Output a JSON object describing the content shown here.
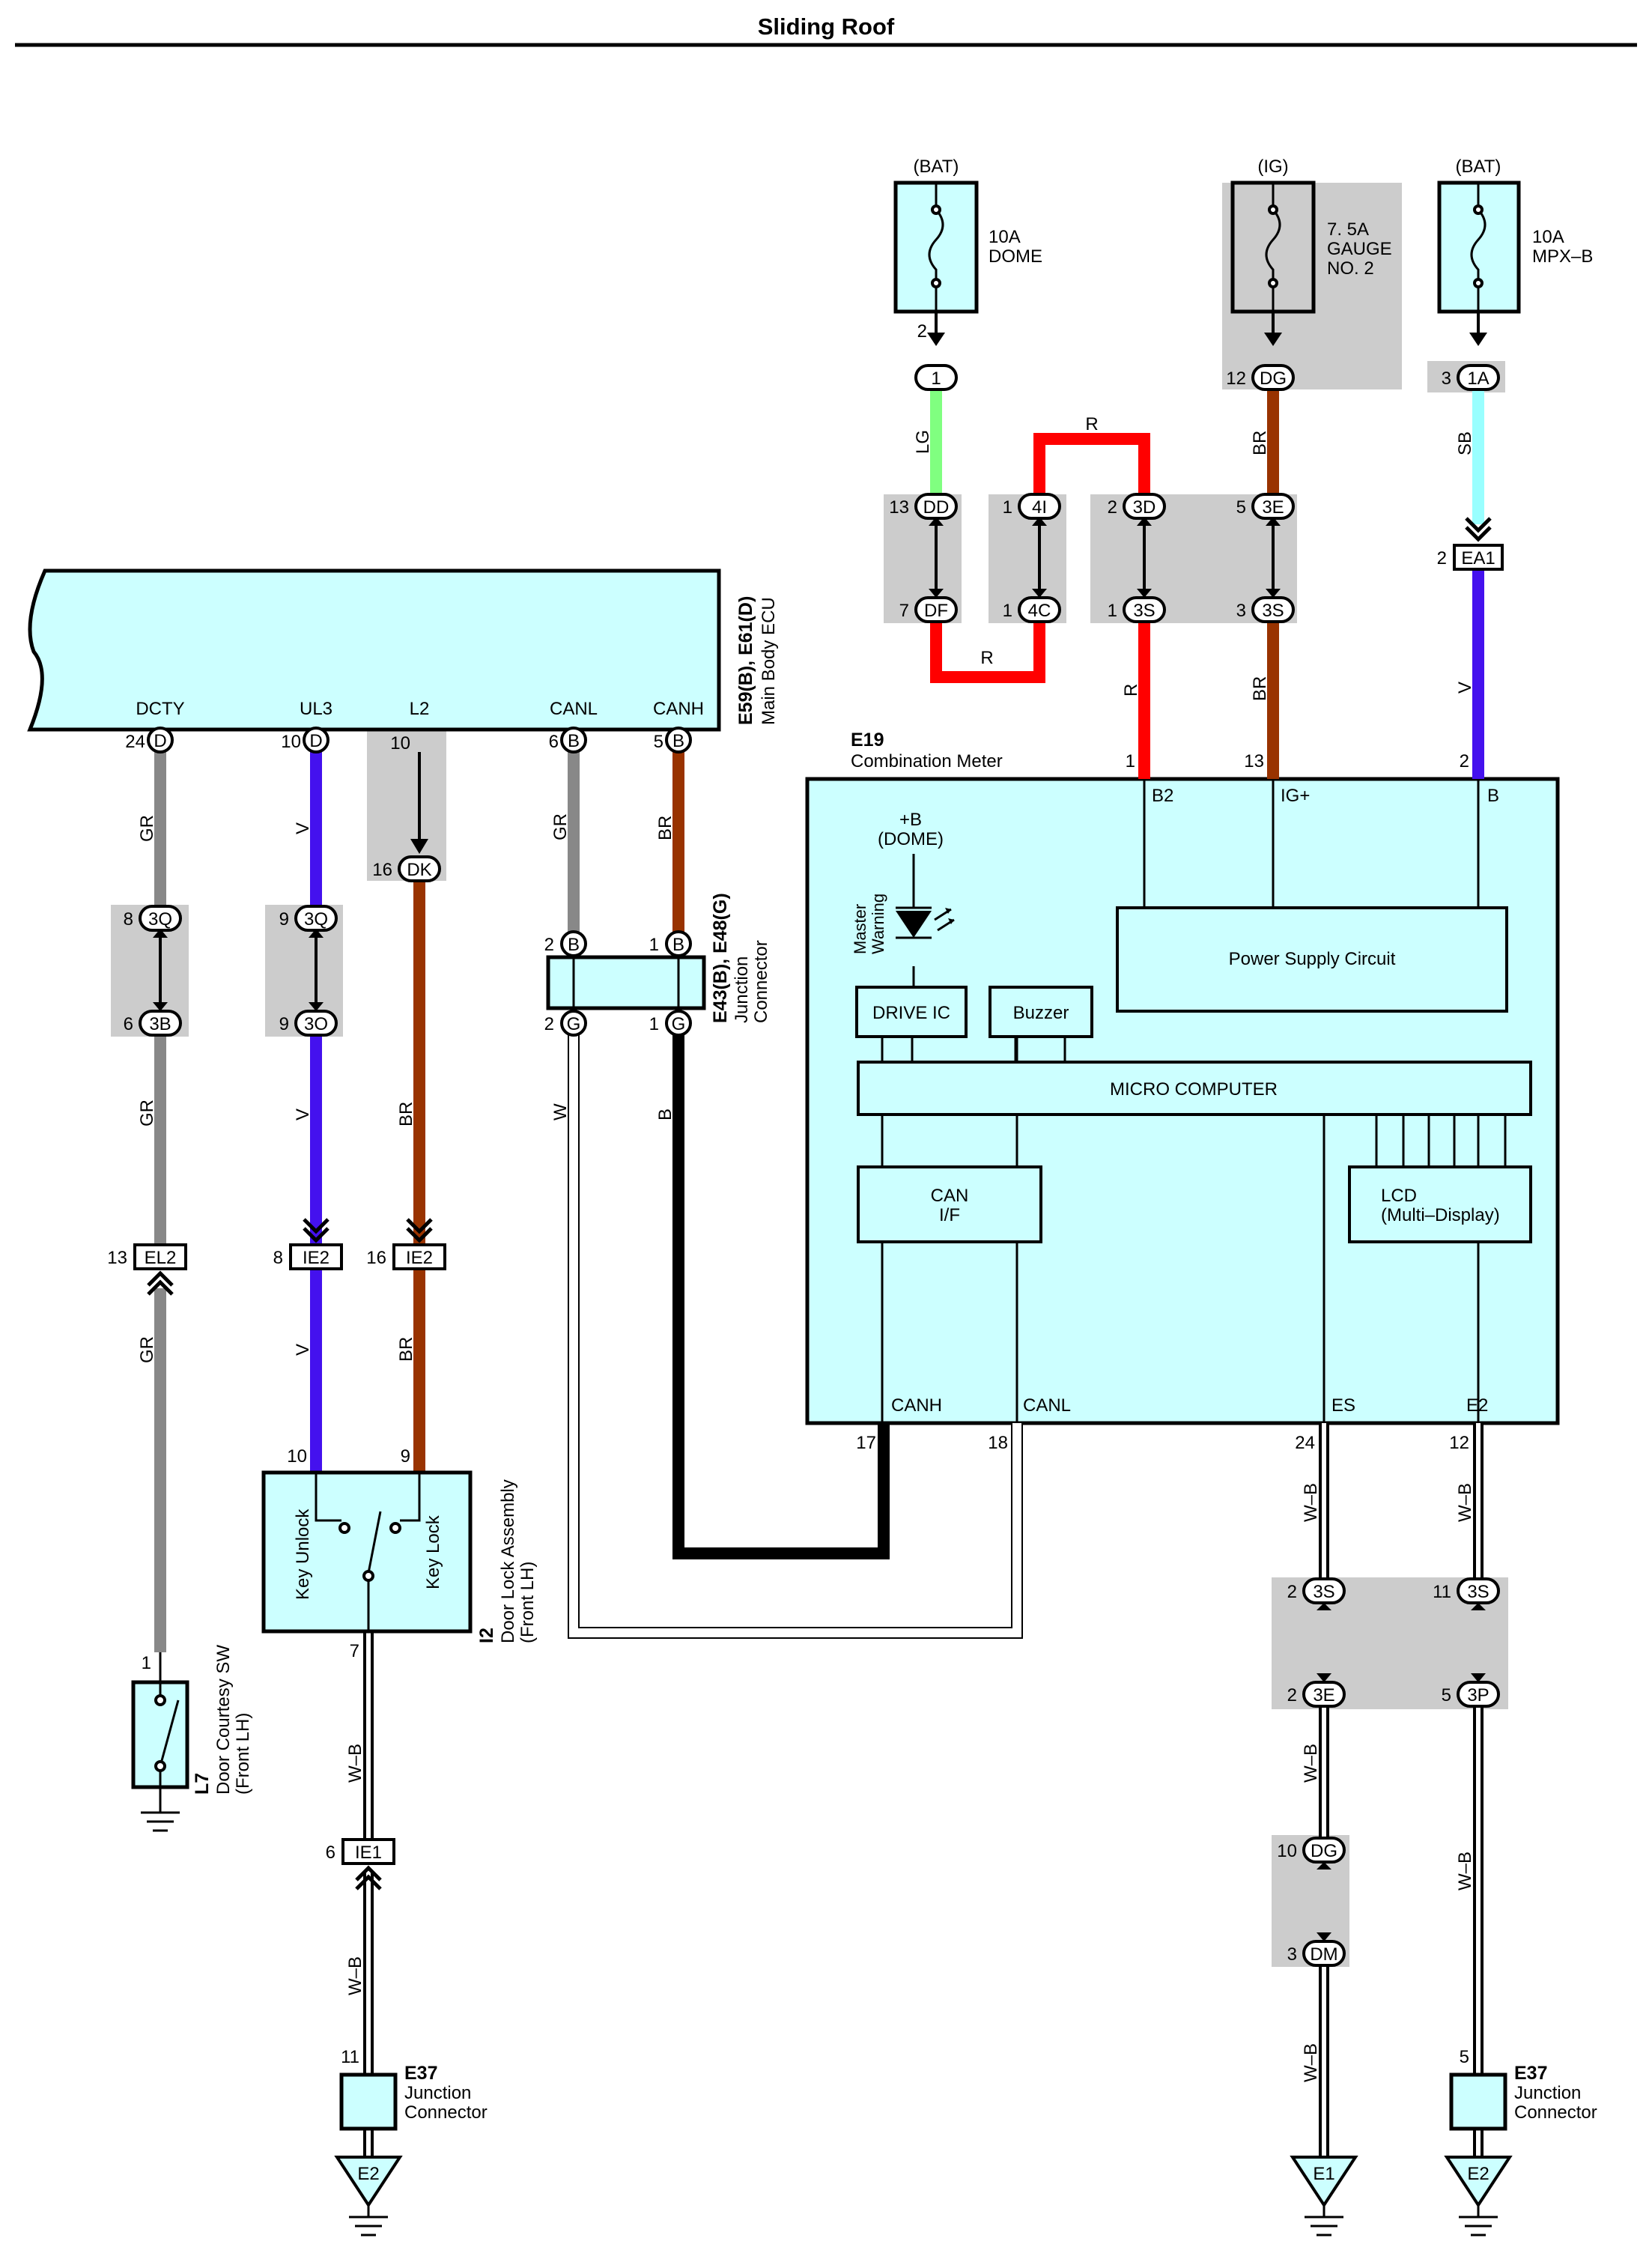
{
  "title": "Sliding Roof",
  "colors": {
    "LG": "#80ff80",
    "R": "#ff0000",
    "BR": "#993300",
    "SB": "#99ffff",
    "V": "#4411ee",
    "GR": "#888888",
    "B": "#000000",
    "W": "#ffffff",
    "W-B": "#000000",
    "component_fill": "#ccffff",
    "shade": "#cccccc"
  },
  "fuses": [
    {
      "source": "(BAT)",
      "amp": "10A",
      "name": "DOME"
    },
    {
      "source": "(IG)",
      "amp": "7. 5A",
      "name": "GAUGE",
      "name2": "NO. 2"
    },
    {
      "source": "(BAT)",
      "amp": "10A",
      "name": "MPX–B"
    }
  ],
  "ecu": {
    "code": "E59(B), E61(D)",
    "name": "Main Body ECU",
    "terminals": [
      "DCTY",
      "UL3",
      "L2",
      "CANL",
      "CANH"
    ],
    "pins": [
      "24",
      "10",
      "10",
      "6",
      "5"
    ],
    "pin_connectors": [
      "D",
      "D",
      "",
      "B",
      "B"
    ]
  },
  "meter": {
    "code": "E19",
    "name": "Combination Meter",
    "top_terms": [
      "B2",
      "IG+",
      "B"
    ],
    "top_pins": [
      "1",
      "13",
      "2"
    ],
    "bottom_terms": [
      "CANH",
      "CANL",
      "ES",
      "E2"
    ],
    "bottom_pins": [
      "17",
      "18",
      "24",
      "12"
    ],
    "dome_label": "+B",
    "dome_label2": "(DOME)",
    "warning_label": "Master",
    "warning_label2": "Warning",
    "drive_ic": "DRIVE IC",
    "buzzer": "Buzzer",
    "psc": "Power Supply Circuit",
    "micro": "MICRO COMPUTER",
    "can": "CAN",
    "can2": "I/F",
    "lcd": "LCD",
    "lcd2": "(Multi–Display)"
  },
  "wires": {
    "lg": "LG",
    "r": "R",
    "br": "BR",
    "sb": "SB",
    "v": "V",
    "gr": "GR",
    "b": "B",
    "w": "W",
    "wb": "W–B"
  },
  "connectors": {
    "c1": "1",
    "dg": "DG",
    "a1": "1A",
    "dd": "DD",
    "df": "DF",
    "i4": "4I",
    "c4": "4C",
    "d3": "3D",
    "s3": "3S",
    "e3": "3E",
    "ea1": "EA1",
    "q3": "3Q",
    "b3": "3B",
    "o3": "3O",
    "dk": "DK",
    "b": "B",
    "g": "G",
    "el2": "EL2",
    "ie2": "IE2",
    "ie1": "IE1",
    "p3": "3P",
    "dm": "DM"
  },
  "pin_numbers": {
    "f1": "2",
    "f2": "12",
    "f3": "3",
    "dd": "13",
    "df": "7",
    "i4": "1",
    "c4": "1",
    "d3": "2",
    "s3a": "1",
    "e3a": "5",
    "s3b": "3",
    "ea1": "2",
    "q3a": "8",
    "b3": "6",
    "q3b": "9",
    "o3": "9",
    "dk": "16",
    "jb1": "2",
    "jb2": "1",
    "jg1": "2",
    "jg2": "1",
    "el2": "13",
    "ie2a": "8",
    "ie2b": "16",
    "s3c": "2",
    "e3b": "2",
    "s3d": "11",
    "p3": "5",
    "dg2": "10",
    "dm": "3",
    "dl10": "10",
    "dl9": "9",
    "dl7": "7",
    "sw1": "1",
    "ie1": "6",
    "e37a": "11",
    "e37b": "5"
  },
  "junction_connector": {
    "code": "E43(B), E48(G)",
    "name": "Junction",
    "name2": "Connector"
  },
  "door_lock": {
    "code": "I2",
    "name": "Door Lock Assembly",
    "name2": "(Front LH)",
    "unlock": "Key Unlock",
    "lock": "Key Lock"
  },
  "courtesy": {
    "code": "L7",
    "name": "Door Courtesy SW",
    "name2": "(Front LH)"
  },
  "e37": {
    "code": "E37",
    "name": "Junction",
    "name2": "Connector"
  },
  "grounds": [
    "E2",
    "E1",
    "E2"
  ]
}
